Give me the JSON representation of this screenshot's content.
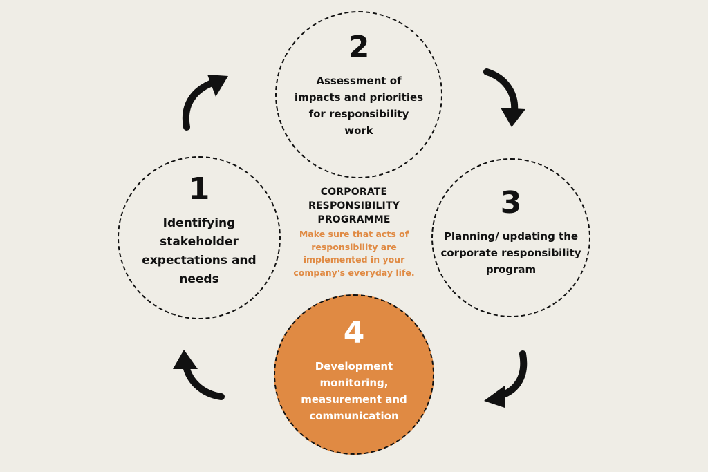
{
  "colors": {
    "background": "#efede6",
    "accent": "#e08a43",
    "ink": "#111111"
  },
  "steps": [
    {
      "number": "1",
      "text": "Identifying stakeholder expectations and needs",
      "highlighted": false
    },
    {
      "number": "2",
      "text": "Assessment of impacts and priorities for responsibility work",
      "highlighted": false
    },
    {
      "number": "3",
      "text": "Planning/ updating the corporate responsibility program",
      "highlighted": false
    },
    {
      "number": "4",
      "text": "Development monitoring, measurement and communication",
      "highlighted": true
    }
  ],
  "center": {
    "title": "CORPORATE RESPONSIBILITY PROGRAMME",
    "subtitle": "Make sure that acts of responsibility are implemented in your company's everyday life."
  },
  "arrows": [
    {
      "name": "arrow-1-to-2",
      "icon": "curved-arrow-icon"
    },
    {
      "name": "arrow-2-to-3",
      "icon": "curved-arrow-icon"
    },
    {
      "name": "arrow-3-to-4",
      "icon": "curved-arrow-icon"
    },
    {
      "name": "arrow-4-to-1",
      "icon": "curved-arrow-icon"
    }
  ]
}
